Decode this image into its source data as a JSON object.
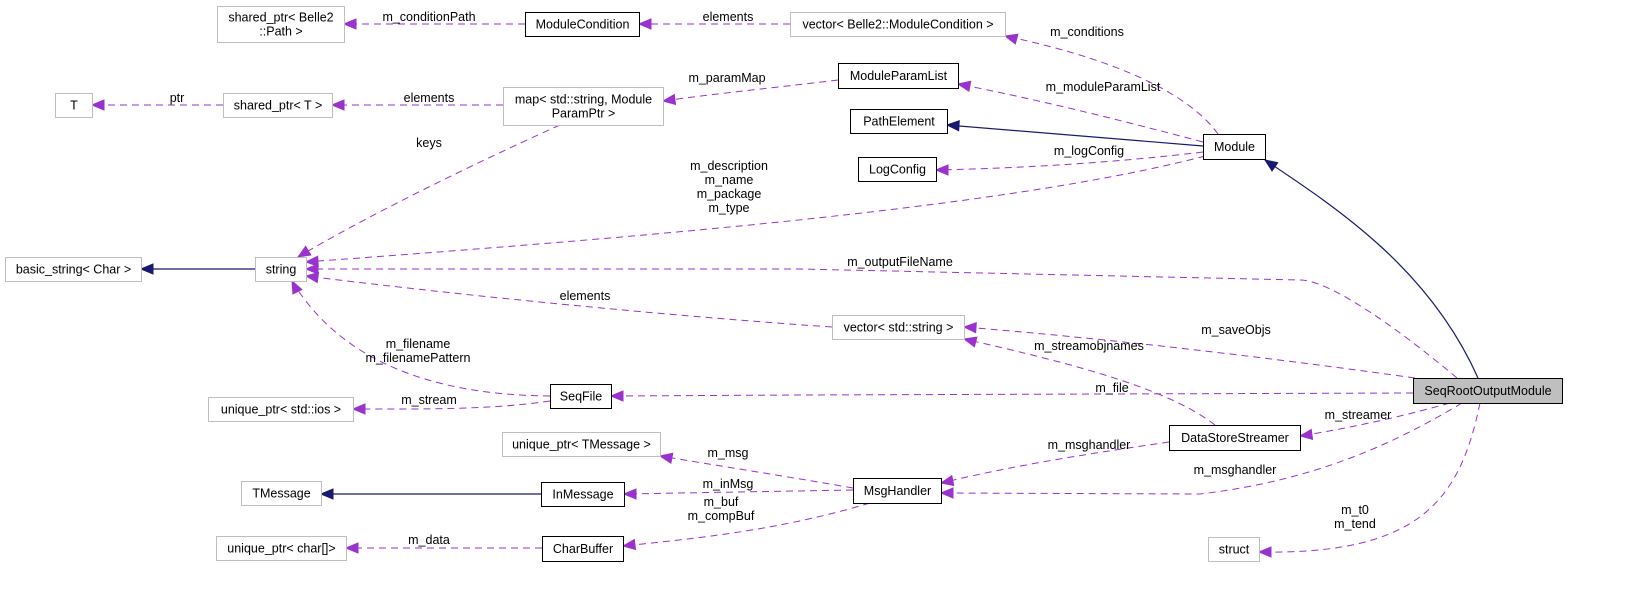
{
  "diagram": {
    "title": "Collaboration diagram for SeqRootOutputModule",
    "focus_node": "SeqRootOutputModule",
    "colors": {
      "usage_edge": "#9a32cd",
      "inheritance_edge": "#191970",
      "focus_fill": "#bfbfbf",
      "external_border": "#bfbfbf",
      "documented_border": "#000000"
    },
    "nodes": {
      "shared_ptr_path": [
        "shared_ptr< Belle2",
        "::Path >"
      ],
      "module_condition": [
        "ModuleCondition"
      ],
      "vector_module_condition": [
        "vector< Belle2::ModuleCondition >"
      ],
      "T": [
        "T"
      ],
      "shared_ptr_T": [
        "shared_ptr< T >"
      ],
      "map_param": [
        "map< std::string, Module",
        "ParamPtr >"
      ],
      "module_param_list": [
        "ModuleParamList"
      ],
      "path_element": [
        "PathElement"
      ],
      "log_config": [
        "LogConfig"
      ],
      "module": [
        "Module"
      ],
      "basic_string": [
        "basic_string< Char >"
      ],
      "string": [
        "string"
      ],
      "vector_string": [
        "vector< std::string >"
      ],
      "seq_root_output_module": [
        "SeqRootOutputModule"
      ],
      "unique_ptr_ios": [
        "unique_ptr< std::ios >"
      ],
      "seq_file": [
        "SeqFile"
      ],
      "data_store_streamer": [
        "DataStoreStreamer"
      ],
      "unique_ptr_tmessage": [
        "unique_ptr< TMessage >"
      ],
      "tmessage": [
        "TMessage"
      ],
      "in_message": [
        "InMessage"
      ],
      "msg_handler": [
        "MsgHandler"
      ],
      "unique_ptr_char": [
        "unique_ptr< char[]>"
      ],
      "char_buffer": [
        "CharBuffer"
      ],
      "struct": [
        "struct"
      ]
    },
    "edges": {
      "m_conditionPath": [
        "m_conditionPath"
      ],
      "elements_conditions": [
        "elements"
      ],
      "m_conditions": [
        "m_conditions"
      ],
      "ptr": [
        "ptr"
      ],
      "elements_shared": [
        "elements"
      ],
      "m_paramMap": [
        "m_paramMap"
      ],
      "m_moduleParamList": [
        "m_moduleParamList"
      ],
      "keys": [
        "keys"
      ],
      "m_logConfig": [
        "m_logConfig"
      ],
      "module_strings": [
        "m_description",
        "m_name",
        "m_package",
        "m_type"
      ],
      "m_outputFileName": [
        "m_outputFileName"
      ],
      "elements_vector": [
        "elements"
      ],
      "m_saveObjs": [
        "m_saveObjs"
      ],
      "m_streamobjnames": [
        "m_streamobjnames"
      ],
      "seqfile_strings": [
        "m_filename",
        "m_filenamePattern"
      ],
      "m_stream": [
        "m_stream"
      ],
      "m_file": [
        "m_file"
      ],
      "m_streamer": [
        "m_streamer"
      ],
      "m_msghandler_dss": [
        "m_msghandler"
      ],
      "m_msghandler_srom": [
        "m_msghandler"
      ],
      "m_msg": [
        "m_msg"
      ],
      "m_inMsg": [
        "m_inMsg"
      ],
      "buffers": [
        "m_buf",
        "m_compBuf"
      ],
      "m_data": [
        "m_data"
      ],
      "times": [
        "m_t0",
        "m_tend"
      ]
    }
  }
}
